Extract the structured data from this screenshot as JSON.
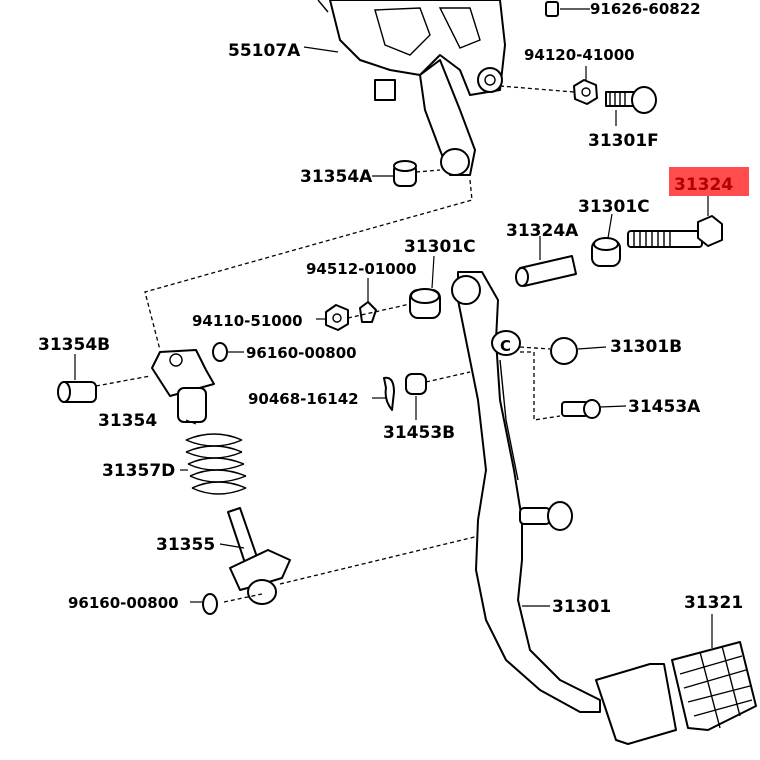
{
  "labels": {
    "l_91626_60822": "91626-60822",
    "l_55107a": "55107A",
    "l_94120_41000": "94120-41000",
    "l_31301f": "31301F",
    "l_31354a": "31354A",
    "l_31324": "31324",
    "l_31301c_top": "31301C",
    "l_31324a": "31324A",
    "l_31301c_mid": "31301C",
    "l_94512_01000": "94512-01000",
    "l_94110_51000": "94110-51000",
    "l_31354b": "31354B",
    "l_96160_00800_top": "96160-00800",
    "l_31301b": "31301B",
    "l_90468_16142": "90468-16142",
    "l_31453a": "31453A",
    "l_31354": "31354",
    "l_31453b": "31453B",
    "l_31357d": "31357D",
    "l_31355": "31355",
    "l_96160_00800_bot": "96160-00800",
    "l_31301": "31301",
    "l_31321": "31321"
  },
  "highlight": {
    "label_key": "l_31324",
    "color": "#ff4d4d"
  },
  "marks": {
    "c_mark": "C"
  }
}
